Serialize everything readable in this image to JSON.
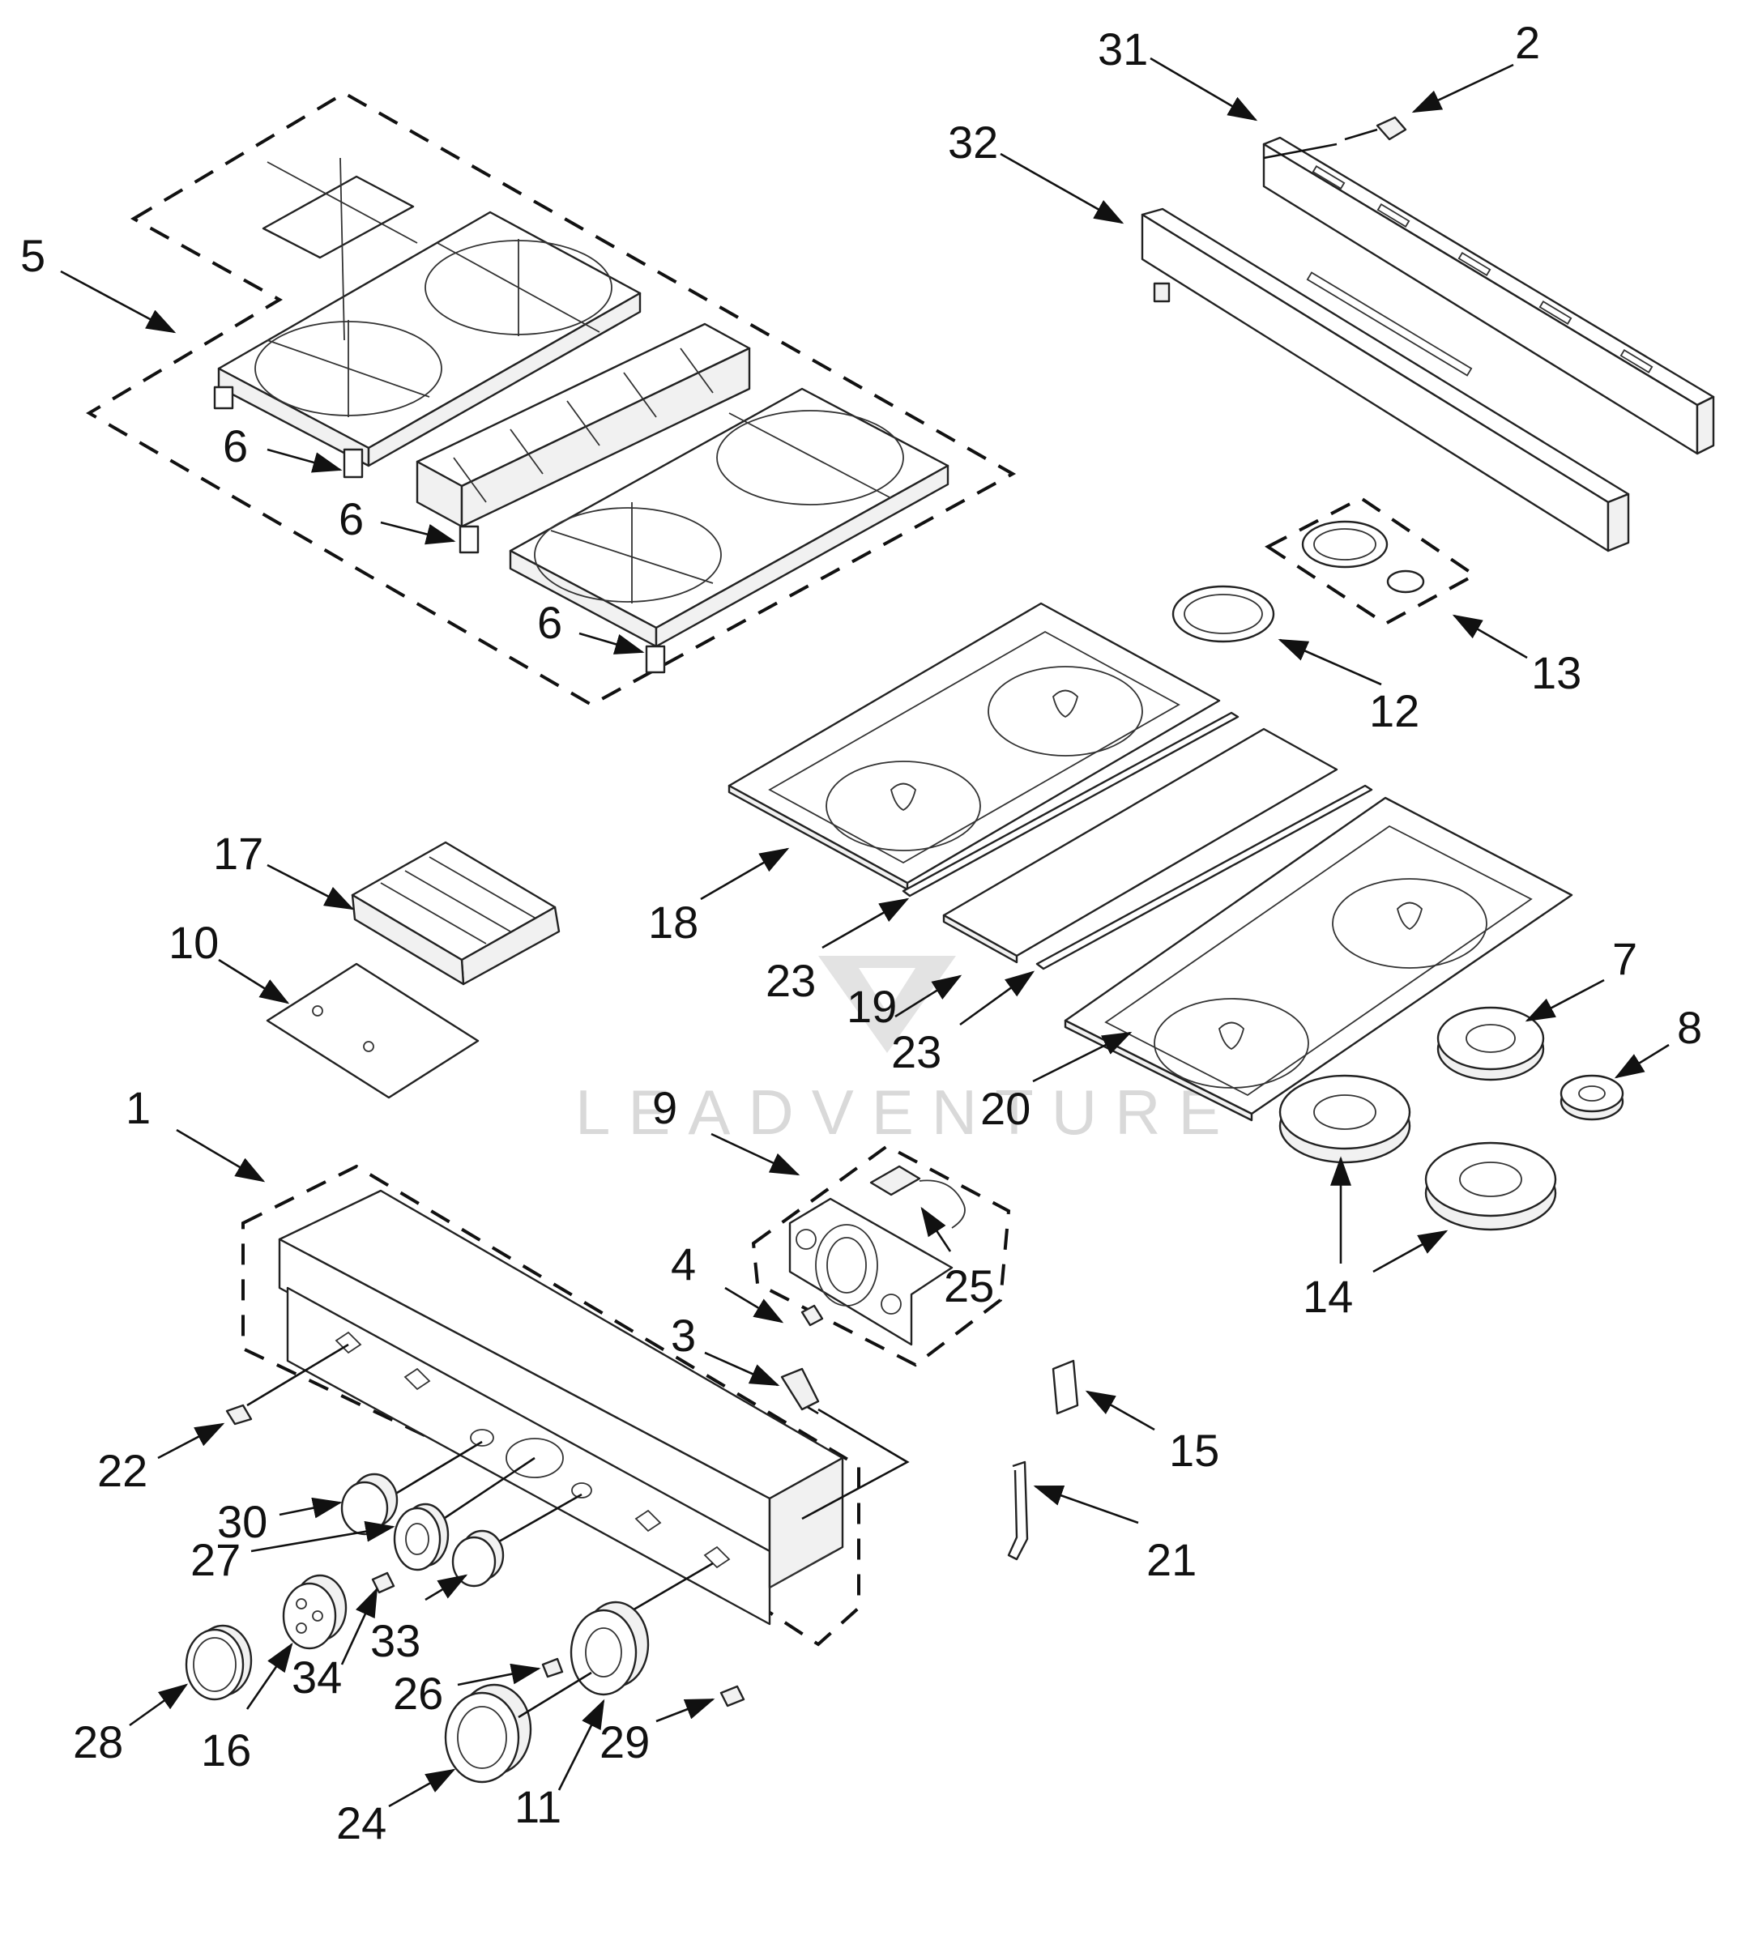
{
  "watermark": "LEADVENTURE",
  "labels": [
    {
      "id": "31",
      "text": "31"
    },
    {
      "id": "2",
      "text": "2"
    },
    {
      "id": "32",
      "text": "32"
    },
    {
      "id": "5",
      "text": "5"
    },
    {
      "id": "6a",
      "text": "6"
    },
    {
      "id": "6b",
      "text": "6"
    },
    {
      "id": "6c",
      "text": "6"
    },
    {
      "id": "13",
      "text": "13"
    },
    {
      "id": "12",
      "text": "12"
    },
    {
      "id": "17",
      "text": "17"
    },
    {
      "id": "10",
      "text": "10"
    },
    {
      "id": "18",
      "text": "18"
    },
    {
      "id": "23a",
      "text": "23"
    },
    {
      "id": "19",
      "text": "19"
    },
    {
      "id": "23b",
      "text": "23"
    },
    {
      "id": "7",
      "text": "7"
    },
    {
      "id": "8",
      "text": "8"
    },
    {
      "id": "1",
      "text": "1"
    },
    {
      "id": "9",
      "text": "9"
    },
    {
      "id": "20",
      "text": "20"
    },
    {
      "id": "14",
      "text": "14"
    },
    {
      "id": "4",
      "text": "4"
    },
    {
      "id": "25",
      "text": "25"
    },
    {
      "id": "3",
      "text": "3"
    },
    {
      "id": "15",
      "text": "15"
    },
    {
      "id": "22",
      "text": "22"
    },
    {
      "id": "21",
      "text": "21"
    },
    {
      "id": "30",
      "text": "30"
    },
    {
      "id": "27",
      "text": "27"
    },
    {
      "id": "33",
      "text": "33"
    },
    {
      "id": "34",
      "text": "34"
    },
    {
      "id": "28",
      "text": "28"
    },
    {
      "id": "16",
      "text": "16"
    },
    {
      "id": "26",
      "text": "26"
    },
    {
      "id": "29",
      "text": "29"
    },
    {
      "id": "24",
      "text": "24"
    },
    {
      "id": "11",
      "text": "11"
    }
  ]
}
